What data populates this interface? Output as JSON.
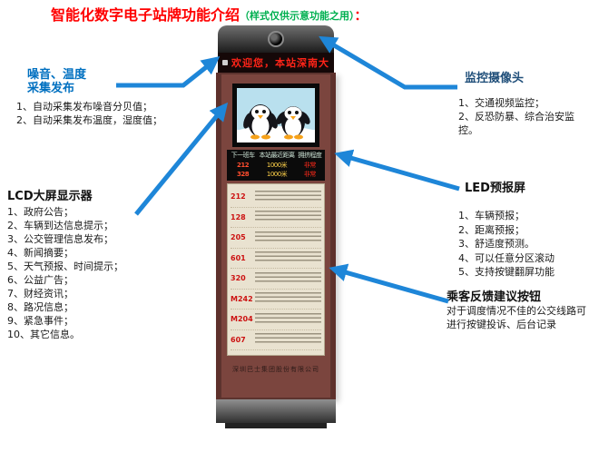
{
  "title": {
    "main": "智能化数字电子站牌功能介绍",
    "paren": "（样式仅供示意功能之用）",
    "colon": "："
  },
  "callouts": {
    "noise": {
      "title_line1": "噪音、温度",
      "title_line2": "采集发布",
      "items": [
        "1、自动采集发布噪音分贝值；",
        "2、自动采集发布温度，湿度值；"
      ]
    },
    "camera": {
      "title": "监控摄像头",
      "items": [
        "1、交通视频监控；",
        "2、反恐防暴、综合治安监控。"
      ]
    },
    "lcd": {
      "title": "LCD大屏显示器",
      "items": [
        "1、政府公告；",
        "2、车辆到达信息提示；",
        "3、公交管理信息发布；",
        "4、新闻摘要；",
        "5、天气预报、时间提示；",
        "6、公益广告；",
        "7、财经资讯；",
        "8、路况信息；",
        "9、紧急事件；",
        "10、其它信息。"
      ]
    },
    "led": {
      "title": "LED预报屏",
      "items": [
        "1、车辆预报；",
        "2、距离预报；",
        "3、舒适度预测。",
        "4、可以任意分区滚动",
        "5、支持按键翻屏功能"
      ]
    },
    "feedback": {
      "title": "乘客反馈建议按钮",
      "body": "对于调度情况不佳的公交线路可进行按键投诉、后台记录"
    }
  },
  "kiosk": {
    "banner": "欢迎您，本站深南大",
    "led_panel": {
      "headers": [
        "下一班车",
        "本站最近距离",
        "拥挤程度"
      ],
      "rows": [
        {
          "route": "212",
          "distance": "1000米",
          "status": "非常"
        },
        {
          "route": "328",
          "distance": "1000米",
          "status": "非常"
        }
      ]
    },
    "timetable_routes": [
      "212",
      "128",
      "205",
      "601",
      "320",
      "M242",
      "M204",
      "607"
    ],
    "company": "深圳巴士集团股份有限公司"
  },
  "colors": {
    "accent_blue": "#1e86d8",
    "title_red": "#ff0000",
    "paren_green": "#00b050",
    "kiosk_maroon": "#7b453e",
    "led_text_red": "#ff2418"
  }
}
